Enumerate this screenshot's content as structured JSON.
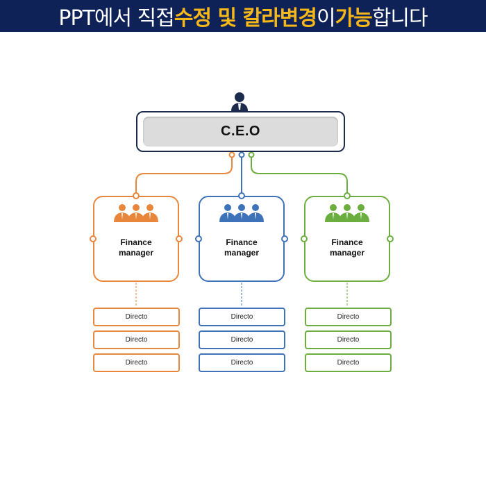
{
  "banner": {
    "part1": "PPT에서 직접 ",
    "highlight1": "수정 및 칼라변경",
    "part2": "이 ",
    "highlight2": "가능",
    "part3": "합니다",
    "bg_color": "#0f2257",
    "highlight_color": "#f5b818"
  },
  "ceo": {
    "label": "C.E.O",
    "icon": "person-icon"
  },
  "managers": [
    {
      "line1": "Finance",
      "line2": "manager",
      "color": "#e8873c",
      "icon": "team-icon",
      "directors": [
        "Directo",
        "Directo",
        "Directo"
      ]
    },
    {
      "line1": "Finance",
      "line2": "manager",
      "color": "#3e73ba",
      "icon": "team-icon",
      "directors": [
        "Directo",
        "Directo",
        "Directo"
      ]
    },
    {
      "line1": "Finance",
      "line2": "manager",
      "color": "#6bae3f",
      "icon": "team-icon",
      "directors": [
        "Directo",
        "Directo",
        "Directo"
      ]
    }
  ]
}
